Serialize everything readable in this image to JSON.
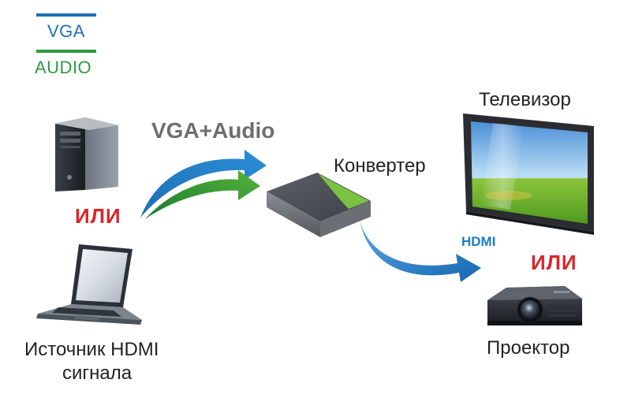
{
  "legend": {
    "vga_label": "VGA",
    "vga_color": "#1f6fb5",
    "audio_label": "AUDIO",
    "audio_color": "#2e9a3e"
  },
  "signal_label": "VGA+Audio",
  "source": {
    "or_label": "ИЛИ",
    "caption_line1": "Источник HDMI",
    "caption_line2": "сигнала",
    "devices": [
      "pc-tower-icon",
      "laptop-icon"
    ]
  },
  "converter": {
    "label": "Конвертер",
    "accent_color": "#7cc242"
  },
  "output_link_label": "HDMI",
  "display": {
    "tv_label": "Телевизор",
    "or_label": "ИЛИ",
    "projector_label": "Проектор"
  }
}
